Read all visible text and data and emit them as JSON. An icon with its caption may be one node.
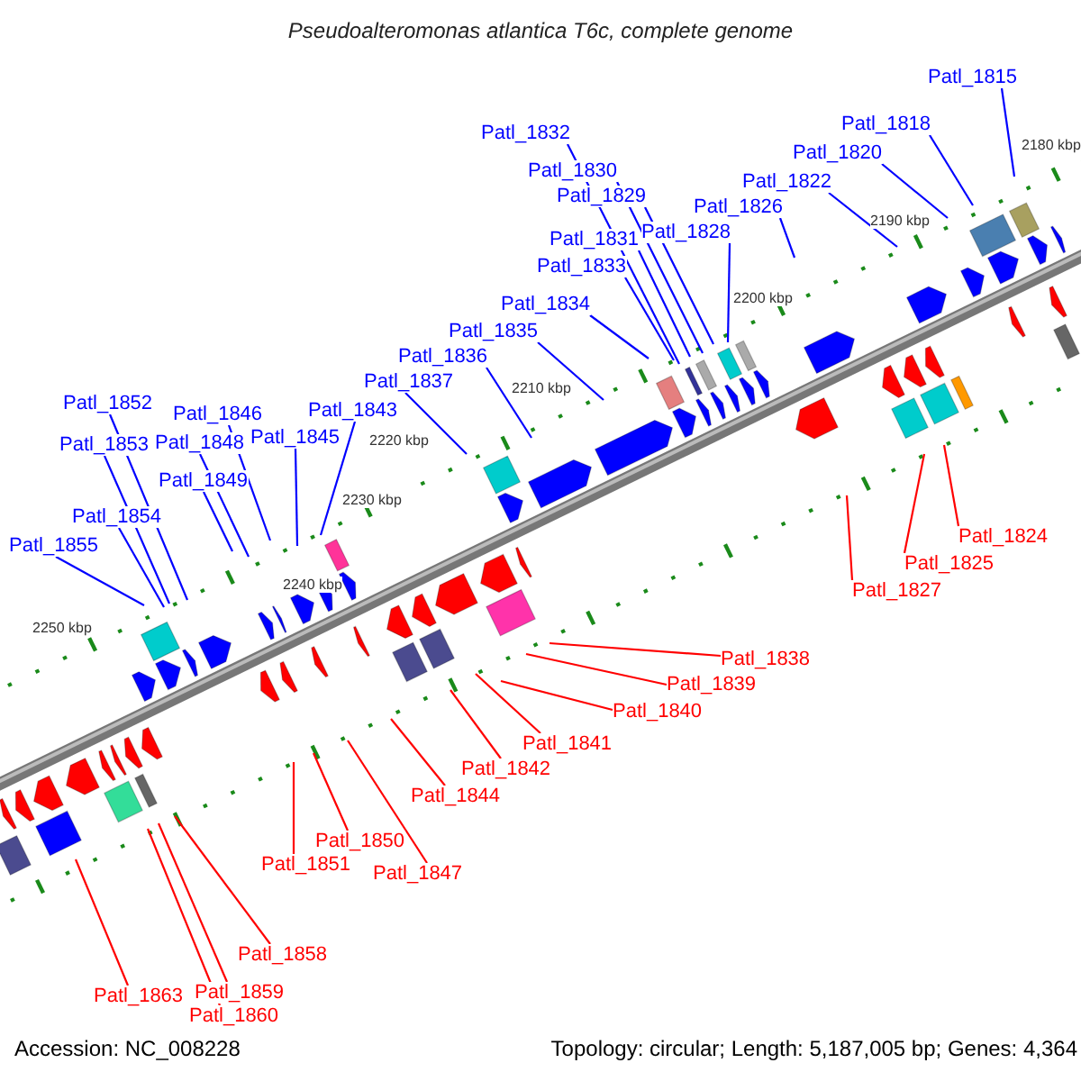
{
  "diagram": {
    "title": "Pseudoalteromonas atlantica T6c, complete genome",
    "nodes": [
      {
        "text": [
          "Patl_1815"
        ]
      },
      {
        "text": [
          "Patl_1818"
        ]
      },
      {
        "text": [
          "Patl_1832"
        ]
      },
      {
        "text": [
          "Patl_1820"
        ]
      },
      {
        "text": [
          "Patl_1830"
        ]
      },
      {
        "text": [
          "Patl_1822"
        ]
      },
      {
        "text": [
          "Patl_1829"
        ]
      },
      {
        "text": [
          "Patl_1826"
        ]
      },
      {
        "text": [
          "Patl_1828"
        ]
      },
      {
        "text": [
          "Patl_1831"
        ]
      },
      {
        "text": [
          "Patl_1833"
        ]
      },
      {
        "text": [
          "Patl_1834"
        ]
      },
      {
        "text": [
          "Patl_1835"
        ]
      },
      {
        "text": [
          "Patl_1836"
        ]
      },
      {
        "text": [
          "Patl_1837"
        ]
      },
      {
        "text": [
          "Patl_1852"
        ]
      },
      {
        "text": [
          "Patl_1846"
        ]
      },
      {
        "text": [
          "Patl_1843"
        ]
      },
      {
        "text": [
          "Patl_1853"
        ]
      },
      {
        "text": [
          "Patl_1848"
        ]
      },
      {
        "text": [
          "Patl_1845"
        ]
      },
      {
        "text": [
          "Patl_1849"
        ]
      },
      {
        "text": [
          "Patl_1854"
        ]
      },
      {
        "text": [
          "Patl_1855"
        ]
      },
      {
        "text": [
          "Patl_1824"
        ]
      },
      {
        "text": [
          "Patl_1825"
        ]
      },
      {
        "text": [
          "Patl_1827"
        ]
      },
      {
        "text": [
          "Patl_1838"
        ]
      },
      {
        "text": [
          "Patl_1839"
        ]
      },
      {
        "text": [
          "Patl_1840"
        ]
      },
      {
        "text": [
          "Patl_1841"
        ]
      },
      {
        "text": [
          "Patl_1842"
        ]
      },
      {
        "text": [
          "Patl_1844"
        ]
      },
      {
        "text": [
          "Patl_1850"
        ]
      },
      {
        "text": [
          "Patl_1851"
        ]
      },
      {
        "text": [
          "Patl_1847"
        ]
      },
      {
        "text": [
          "Patl_1858"
        ]
      },
      {
        "text": [
          "Patl_1863"
        ]
      },
      {
        "text": [
          "Patl_1859"
        ]
      },
      {
        "text": [
          "Patl_1860"
        ]
      }
    ],
    "edges": [
      {
        "from": 0,
        "to": null,
        "arrow": "none"
      },
      {
        "from": 1,
        "to": null,
        "arrow": "none"
      },
      {
        "from": 2,
        "to": null,
        "arrow": "none"
      },
      {
        "from": 3,
        "to": null,
        "arrow": "none"
      },
      {
        "from": 4,
        "to": null,
        "arrow": "none"
      },
      {
        "from": 5,
        "to": null,
        "arrow": "none"
      },
      {
        "from": 6,
        "to": null,
        "arrow": "none"
      },
      {
        "from": 7,
        "to": null,
        "arrow": "none"
      },
      {
        "from": 8,
        "to": null,
        "arrow": "none"
      },
      {
        "from": 9,
        "to": null,
        "arrow": "none"
      },
      {
        "from": 10,
        "to": null,
        "arrow": "none"
      },
      {
        "from": 11,
        "to": null,
        "arrow": "none"
      },
      {
        "from": 12,
        "to": null,
        "arrow": "none"
      },
      {
        "from": 13,
        "to": null,
        "arrow": "none"
      },
      {
        "from": 14,
        "to": null,
        "arrow": "none"
      },
      {
        "from": 15,
        "to": null,
        "arrow": "none"
      },
      {
        "from": 16,
        "to": null,
        "arrow": "none"
      },
      {
        "from": 17,
        "to": null,
        "arrow": "none"
      },
      {
        "from": 18,
        "to": null,
        "arrow": "none"
      },
      {
        "from": 19,
        "to": null,
        "arrow": "none"
      },
      {
        "from": 20,
        "to": null,
        "arrow": "none"
      },
      {
        "from": 21,
        "to": null,
        "arrow": "none"
      },
      {
        "from": 22,
        "to": null,
        "arrow": "none"
      },
      {
        "from": 23,
        "to": null,
        "arrow": "none"
      },
      {
        "from": 24,
        "to": null,
        "arrow": "none",
        "color": "#ff0000"
      },
      {
        "from": 25,
        "to": null,
        "arrow": "none",
        "color": "#ff0000"
      },
      {
        "from": 26,
        "to": null,
        "arrow": "none",
        "color": "#ff0000"
      },
      {
        "from": 27,
        "to": null,
        "arrow": "none",
        "color": "#ff0000"
      },
      {
        "from": 28,
        "to": null,
        "arrow": "none",
        "color": "#ff0000"
      },
      {
        "from": 29,
        "to": null,
        "arrow": "none",
        "color": "#ff0000"
      },
      {
        "from": 30,
        "to": null,
        "arrow": "none",
        "color": "#ff0000"
      },
      {
        "from": 31,
        "to": null,
        "arrow": "none",
        "color": "#ff0000"
      },
      {
        "from": 32,
        "to": null,
        "arrow": "none",
        "color": "#ff0000"
      },
      {
        "from": 33,
        "to": null,
        "arrow": "none",
        "color": "#ff0000"
      },
      {
        "from": 34,
        "to": null,
        "arrow": "none",
        "color": "#ff0000"
      },
      {
        "from": 35,
        "to": null,
        "arrow": "none",
        "color": "#ff0000"
      },
      {
        "from": 36,
        "to": null,
        "arrow": "none",
        "color": "#ff0000"
      },
      {
        "from": 37,
        "to": null,
        "arrow": "none",
        "color": "#ff0000"
      },
      {
        "from": 38,
        "to": null,
        "arrow": "none",
        "color": "#ff0000"
      },
      {
        "from": 39,
        "to": null,
        "arrow": "none",
        "color": "#ff0000"
      }
    ],
    "labels": [
      "2180 kbp",
      "2190 kbp",
      "2200 kbp",
      "2210 kbp",
      "2220 kbp",
      "2230 kbp",
      "2240 kbp",
      "2250 kbp",
      "Accession: NC_008228",
      "Topology: circular; Length: 5,187,005 bp; Genes: 4,364"
    ]
  }
}
